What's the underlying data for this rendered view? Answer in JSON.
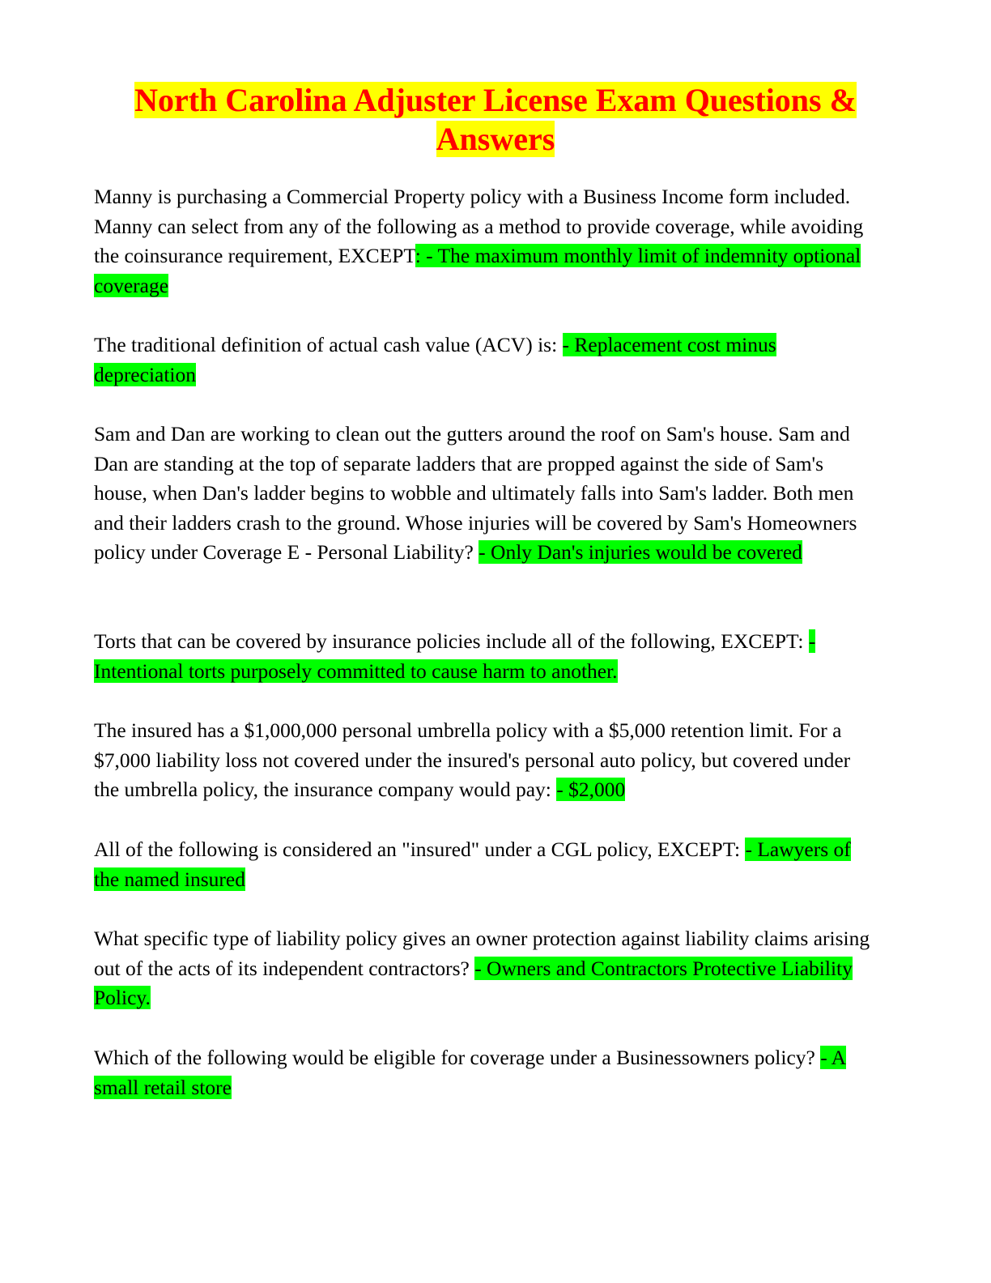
{
  "document": {
    "title": "North Carolina Adjuster License Exam Questions & Answers",
    "highlight_colors": {
      "title_text": "#ff0000",
      "title_background": "#ffff00",
      "answer_background": "#00ff00"
    },
    "items": [
      {
        "question": "Manny is purchasing a Commercial Property policy with a Business Income form included. Manny can select from any of the following as a method to provide coverage, while avoiding the coinsurance requirement, EXCEPT",
        "answer": ": - The maximum monthly limit of indemnity optional coverage"
      },
      {
        "question": "The traditional definition of actual cash value (ACV) is: ",
        "answer": "- Replacement cost minus depreciation"
      },
      {
        "question": "Sam and Dan are working to clean out the gutters around the roof on Sam's house. Sam and Dan are standing at the top of separate ladders that are propped against the side of Sam's house, when Dan's ladder begins to wobble and ultimately falls into Sam's ladder. Both men and their ladders crash to the ground. Whose injuries will be covered by Sam's Homeowners policy under Coverage E - Personal Liability? ",
        "answer": "- Only Dan's injuries would be covered"
      },
      {
        "question": "Torts that can be covered by insurance policies include all of the following, EXCEPT: ",
        "answer": "- Intentional torts purposely committed to cause harm to another."
      },
      {
        "question": "The insured has a $1,000,000 personal umbrella policy with a $5,000 retention limit. For a $7,000 liability loss not covered under the insured's personal auto policy, but covered under the umbrella policy, the insurance company would pay: ",
        "answer": "- $2,000"
      },
      {
        "question": "All of the following is considered an \"insured\" under a CGL policy, EXCEPT: ",
        "answer": "- Lawyers of the named insured"
      },
      {
        "question": "What specific type of liability policy gives an owner protection against liability claims arising out of the acts of its independent contractors? ",
        "answer": "- Owners and Contractors Protective Liability Policy."
      },
      {
        "question": "Which of the following would be eligible for coverage under a Businessowners policy? ",
        "answer": "- A small retail store"
      }
    ]
  }
}
